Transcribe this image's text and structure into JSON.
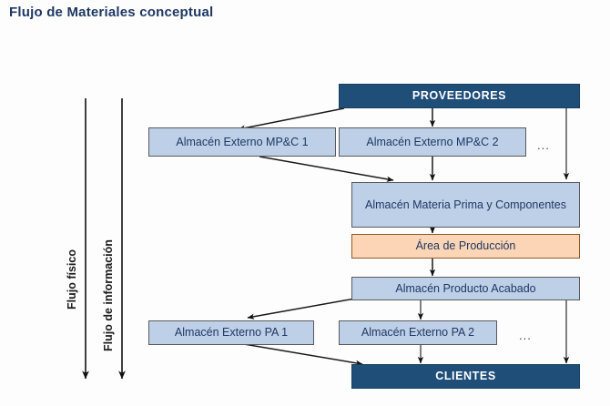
{
  "page": {
    "title": "Flujo de Materiales conceptual",
    "background_color": "#fdfdfd"
  },
  "colors": {
    "title": "#1f3864",
    "band_fill": "#1f4e79",
    "band_text": "#ffffff",
    "store_fill": "#bdd0e7",
    "store_text": "#1f3864",
    "production_fill": "#fbd5b5",
    "arrow": "#000000"
  },
  "flow_axes": [
    {
      "id": "fisico",
      "label": "Flujo físico",
      "direction": "down"
    },
    {
      "id": "informacion",
      "label": "Flujo de información",
      "direction": "down"
    }
  ],
  "nodes": {
    "proveedores": {
      "label": "PROVEEDORES",
      "kind": "band"
    },
    "almacen_externo_mpc_1": {
      "label": "Almacén Externo  MP&C 1",
      "kind": "store"
    },
    "almacen_externo_mpc_2": {
      "label": "Almacén Externo  MP&C 2",
      "kind": "store"
    },
    "almacen_materia_prima": {
      "label": "Almacén Materia Prima y Componentes",
      "kind": "store"
    },
    "area_produccion": {
      "label": "Área de Producción",
      "kind": "production"
    },
    "almacen_producto_acabado": {
      "label": "Almacén Producto Acabado",
      "kind": "store"
    },
    "almacen_externo_pa_1": {
      "label": "Almacén Externo PA 1",
      "kind": "store"
    },
    "almacen_externo_pa_2": {
      "label": "Almacén Externo PA 2",
      "kind": "store"
    },
    "clientes": {
      "label": "CLIENTES",
      "kind": "band"
    }
  },
  "ellipses": {
    "mpc_more": "...",
    "pa_more": "..."
  },
  "edges": [
    {
      "from": "proveedores",
      "to": "almacen_externo_mpc_1",
      "style": "diagonal"
    },
    {
      "from": "proveedores",
      "to": "almacen_externo_mpc_2",
      "style": "vertical"
    },
    {
      "from": "proveedores",
      "to": "almacen_materia_prima",
      "style": "bypass-right"
    },
    {
      "from": "almacen_externo_mpc_1",
      "to": "almacen_materia_prima",
      "style": "diagonal"
    },
    {
      "from": "almacen_externo_mpc_2",
      "to": "almacen_materia_prima",
      "style": "vertical"
    },
    {
      "from": "almacen_materia_prima",
      "to": "area_produccion",
      "style": "vertical"
    },
    {
      "from": "area_produccion",
      "to": "almacen_producto_acabado",
      "style": "vertical"
    },
    {
      "from": "almacen_producto_acabado",
      "to": "almacen_externo_pa_1",
      "style": "diagonal"
    },
    {
      "from": "almacen_producto_acabado",
      "to": "almacen_externo_pa_2",
      "style": "vertical"
    },
    {
      "from": "almacen_producto_acabado",
      "to": "clientes",
      "style": "bypass-right"
    },
    {
      "from": "almacen_externo_pa_1",
      "to": "clientes",
      "style": "diagonal"
    },
    {
      "from": "almacen_externo_pa_2",
      "to": "clientes",
      "style": "vertical"
    }
  ]
}
